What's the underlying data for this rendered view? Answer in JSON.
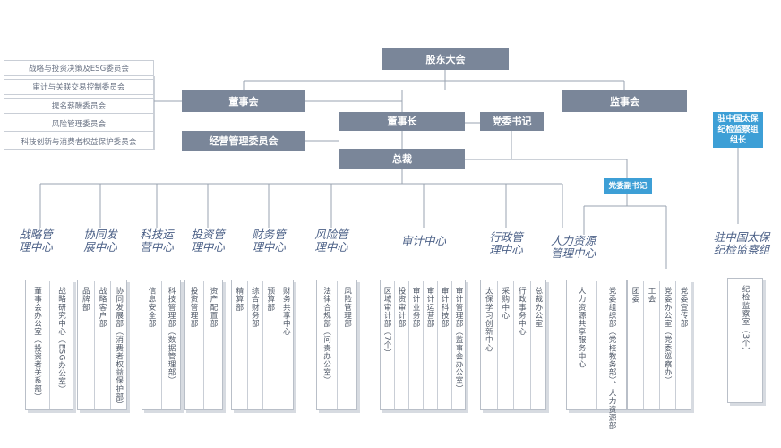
{
  "top": {
    "shareholders": "股东大会",
    "board": "董事会",
    "supervisors": "监事会",
    "chairman": "董事长",
    "party_secretary": "党委书记",
    "exec_committee": "经营管理委员会",
    "president": "总裁",
    "deputy_secretary": "党委副书记",
    "inspection_head": "驻中国太保纪检监察组组长"
  },
  "committees": [
    "战略与投资决策及ESG委员会",
    "审计与关联交易控制委员会",
    "提名薪酬委员会",
    "风险管理委员会",
    "科技创新与消费者权益保护委员会"
  ],
  "centers": [
    {
      "name": "战略管理中心",
      "depts": [
        "董事会办公室（投资者关系部）",
        "战略研究中心（ESG办公室）"
      ]
    },
    {
      "name": "协同发展中心",
      "depts": [
        "品牌部",
        "战略客户部",
        "协同发展部（消费者权益保护部）"
      ]
    },
    {
      "name": "科技运营中心",
      "depts": [
        "信息安全部",
        "科技管理部（数据管理部）"
      ]
    },
    {
      "name": "投资管理中心",
      "depts": [
        "投资管理部",
        "资产配置部"
      ]
    },
    {
      "name": "财务管理中心",
      "depts": [
        "精算部",
        "综合财务部",
        "预算部",
        "财务共享中心"
      ]
    },
    {
      "name": "风险管理中心",
      "depts": [
        "法律合规部（问责办公室）",
        "风险管理部"
      ]
    },
    {
      "name": "审计中心",
      "depts": [
        "区域审计部（7个）",
        "投资审计部",
        "审计业务部",
        "审计运营部",
        "审计科技部",
        "审计管理部（监事会办公室）"
      ]
    },
    {
      "name": "行政管理中心",
      "depts": [
        "太保学习创新中心",
        "采购中心",
        "行政事务中心",
        "总裁办公室"
      ]
    },
    {
      "name": "人力资源管理中心",
      "depts": [
        "人力资源共享服务中心",
        "党委组织部（党校教务部）、人力资源部"
      ]
    },
    {
      "name": "",
      "depts": [
        "团委",
        "工会",
        "党委办公室（党委巡察办）",
        "党委宣传部"
      ]
    },
    {
      "name": "驻中国太保纪检监察组",
      "depts": [
        "纪检监察室（3个）"
      ]
    }
  ]
}
